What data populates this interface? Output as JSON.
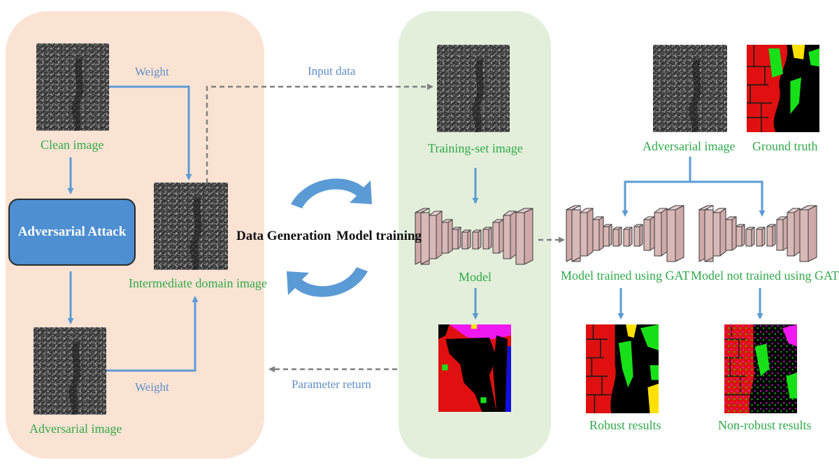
{
  "labels": {
    "clean_image": "Clean image",
    "weight_top": "Weight",
    "adversarial_attack": "Adversarial Attack",
    "intermediate_domain_image": "Intermediate domain image",
    "weight_bottom": "Weight",
    "adversarial_image_left": "Adversarial image",
    "input_data": "Input data",
    "data_generation": "Data Generation",
    "model_training": "Model training",
    "parameter_return": "Parameter return",
    "training_set_image": "Training-set image",
    "model": "Model",
    "adversarial_image_right": "Adversarial image",
    "ground_truth": "Ground truth",
    "model_trained_gat": "Model trained using GAT",
    "model_not_trained_gat": "Model not trained using GAT",
    "robust_results": "Robust results",
    "non_robust_results": "Non-robust results"
  },
  "colors": {
    "label_green": "#2fa84a",
    "label_blue": "#5e8fc7",
    "arrow_blue": "#5b9bd5",
    "arrow_gray": "#7f7f7f",
    "left_panel": "#fbe3d4",
    "mid_panel": "#e3efda",
    "attack_box": "#4d8fd0",
    "model_block": "#d9b8b8"
  }
}
